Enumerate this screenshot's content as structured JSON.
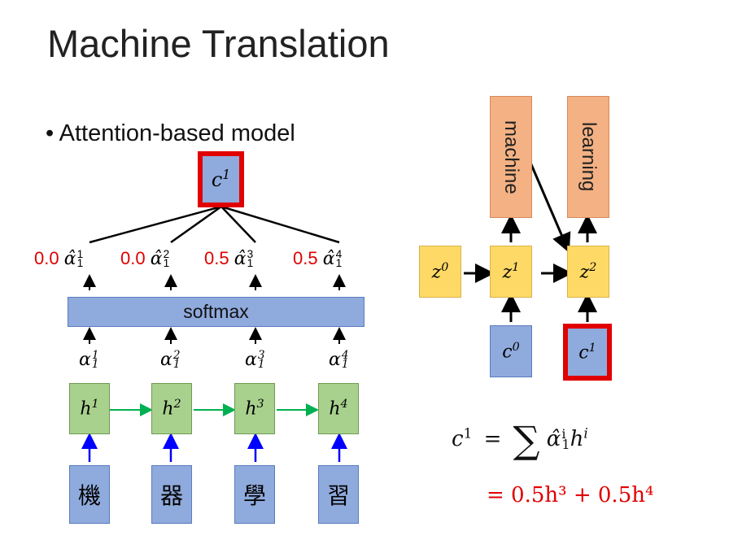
{
  "title": "Machine Translation",
  "bullet": "Attention-based model",
  "context": {
    "symbol": "c",
    "sup": "1"
  },
  "weights": [
    {
      "value": "0.0",
      "symbol": "α̂",
      "sup": "1",
      "sub": "1"
    },
    {
      "value": "0.0",
      "symbol": "α̂",
      "sup": "2",
      "sub": "1"
    },
    {
      "value": "0.5",
      "symbol": "α̂",
      "sup": "3",
      "sub": "1"
    },
    {
      "value": "0.5",
      "symbol": "α̂",
      "sup": "4",
      "sub": "1"
    }
  ],
  "softmax_label": "softmax",
  "alphas": [
    {
      "symbol": "α",
      "sup": "1",
      "sub": "1"
    },
    {
      "symbol": "α",
      "sup": "2",
      "sub": "1"
    },
    {
      "symbol": "α",
      "sup": "3",
      "sub": "1"
    },
    {
      "symbol": "α",
      "sup": "4",
      "sub": "1"
    }
  ],
  "hidden": [
    {
      "symbol": "h",
      "sup": "1"
    },
    {
      "symbol": "h",
      "sup": "2"
    },
    {
      "symbol": "h",
      "sup": "3"
    },
    {
      "symbol": "h",
      "sup": "4"
    }
  ],
  "inputs": [
    "機",
    "器",
    "學",
    "習"
  ],
  "decoder": {
    "states": [
      {
        "symbol": "z",
        "sup": "0"
      },
      {
        "symbol": "z",
        "sup": "1"
      },
      {
        "symbol": "z",
        "sup": "2"
      }
    ],
    "contexts": [
      {
        "symbol": "c",
        "sup": "0"
      },
      {
        "symbol": "c",
        "sup": "1"
      }
    ],
    "outputs": [
      "machine",
      "learning"
    ]
  },
  "equation": {
    "lhs_symbol": "c",
    "lhs_sup": "1",
    "sum": "∑",
    "term_symbol": "α̂",
    "term_sup": "i",
    "term_sub": "1",
    "h_symbol": "h",
    "h_sup": "i",
    "line2": "= 0.5h³ + 0.5h⁴"
  },
  "colors": {
    "blue": "#8faadc",
    "green": "#a9d18e",
    "yellow": "#ffd966",
    "orange": "#f4b183",
    "highlight": "#e00000",
    "encoder_arrow": "#00b050",
    "input_arrow": "#0000ff"
  }
}
